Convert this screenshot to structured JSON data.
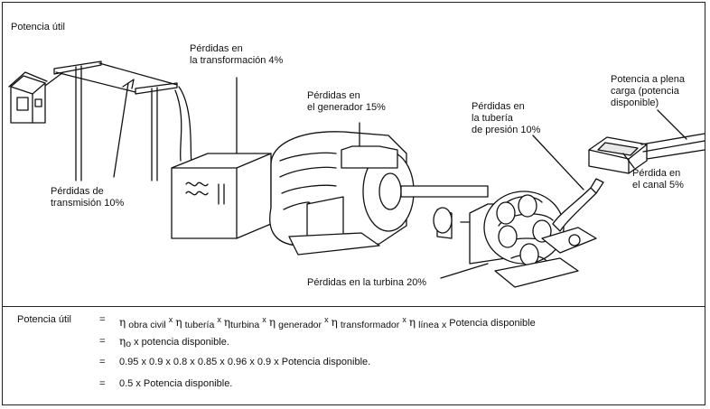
{
  "labels": {
    "potencia_util": "Potencia útil",
    "perdidas_transformacion": [
      "Pérdidas en",
      "la transformación 4%"
    ],
    "perdidas_generador": [
      "Pérdidas en",
      "el generador 15%"
    ],
    "perdidas_tuberia": [
      "Pérdidas en",
      "la tubería",
      "de presión 10%"
    ],
    "potencia_plena_carga": [
      "Potencia a plena",
      "carga (potencia",
      "disponible)"
    ],
    "perdida_canal": [
      "Pérdida en",
      "el canal 5%"
    ],
    "perdidas_transmision": [
      "Pérdidas de",
      "transmisión 10%"
    ],
    "perdidas_turbina": "Pérdidas en la turbina 20%"
  },
  "equations": {
    "lhs": "Potencia útil",
    "equals": "=",
    "eta": "η",
    "times": "x",
    "row1": {
      "t1": "obra civil",
      "t2": "tubería",
      "t3": "turbina",
      "t4": "generador",
      "t5": "transformador",
      "t6": "línea",
      "tail": "Potencia disponible"
    },
    "row2": {
      "sub": "o",
      "tail": "x potencia disponible."
    },
    "row3": "0.95 x 0.9 x 0.8 x 0.85 x 0.96 x 0.9 x Potencia disponible.",
    "row4": "0.5 x Potencia disponible."
  }
}
